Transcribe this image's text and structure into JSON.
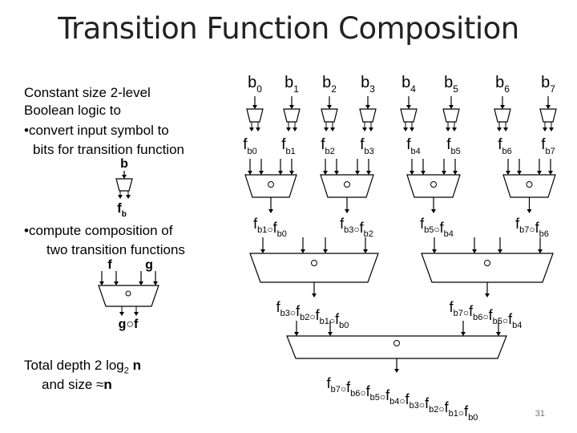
{
  "title": "Transition Function Composition",
  "left_text": {
    "line1": "Constant size 2-level",
    "line2": "Boolean logic to",
    "line3": "•convert input symbol to",
    "line4": "bits for transition function",
    "line5": "•compute composition of",
    "line6": "two transition functions",
    "line7a": "Total depth 2 log",
    "line7sub": "2",
    "line7b": " n",
    "line8a": "and size ≈",
    "line8b": "n"
  },
  "small_gates": {
    "b_label": "b",
    "fb_main": "f",
    "fb_sub": "b",
    "f_label": "f",
    "g_label": "g",
    "compose_symbol": "○",
    "gf_label": "g○f"
  },
  "inputs": [
    {
      "main": "b",
      "sub": "0"
    },
    {
      "main": "b",
      "sub": "1"
    },
    {
      "main": "b",
      "sub": "2"
    },
    {
      "main": "b",
      "sub": "3"
    },
    {
      "main": "b",
      "sub": "4"
    },
    {
      "main": "b",
      "sub": "5"
    },
    {
      "main": "b",
      "sub": "6"
    },
    {
      "main": "b",
      "sub": "7"
    }
  ],
  "level1": [
    {
      "main": "f",
      "sub": "b0"
    },
    {
      "main": "f",
      "sub": "b1"
    },
    {
      "main": "f",
      "sub": "b2"
    },
    {
      "main": "f",
      "sub": "b3"
    },
    {
      "main": "f",
      "sub": "b4"
    },
    {
      "main": "f",
      "sub": "b5"
    },
    {
      "main": "f",
      "sub": "b6"
    },
    {
      "main": "f",
      "sub": "b7"
    }
  ],
  "level2": [
    [
      {
        "main": "f",
        "sub": "b1"
      },
      {
        "main": "f",
        "sub": "b0"
      }
    ],
    [
      {
        "main": "f",
        "sub": "b3"
      },
      {
        "main": "f",
        "sub": "b2"
      }
    ],
    [
      {
        "main": "f",
        "sub": "b5"
      },
      {
        "main": "f",
        "sub": "b4"
      }
    ],
    [
      {
        "main": "f",
        "sub": "b7"
      },
      {
        "main": "f",
        "sub": "b6"
      }
    ]
  ],
  "level3": [
    [
      {
        "main": "f",
        "sub": "b3"
      },
      {
        "main": "f",
        "sub": "b2"
      },
      {
        "main": "f",
        "sub": "b1"
      },
      {
        "main": "f",
        "sub": "b0"
      }
    ],
    [
      {
        "main": "f",
        "sub": "b7"
      },
      {
        "main": "f",
        "sub": "b6"
      },
      {
        "main": "f",
        "sub": "b5"
      },
      {
        "main": "f",
        "sub": "b4"
      }
    ]
  ],
  "level4": [
    [
      {
        "main": "f",
        "sub": "b7"
      },
      {
        "main": "f",
        "sub": "b6"
      },
      {
        "main": "f",
        "sub": "b5"
      },
      {
        "main": "f",
        "sub": "b4"
      },
      {
        "main": "f",
        "sub": "b3"
      },
      {
        "main": "f",
        "sub": "b2"
      },
      {
        "main": "f",
        "sub": "b1"
      },
      {
        "main": "f",
        "sub": "b0"
      }
    ]
  ],
  "compose_symbol": "○",
  "page_number": "31"
}
